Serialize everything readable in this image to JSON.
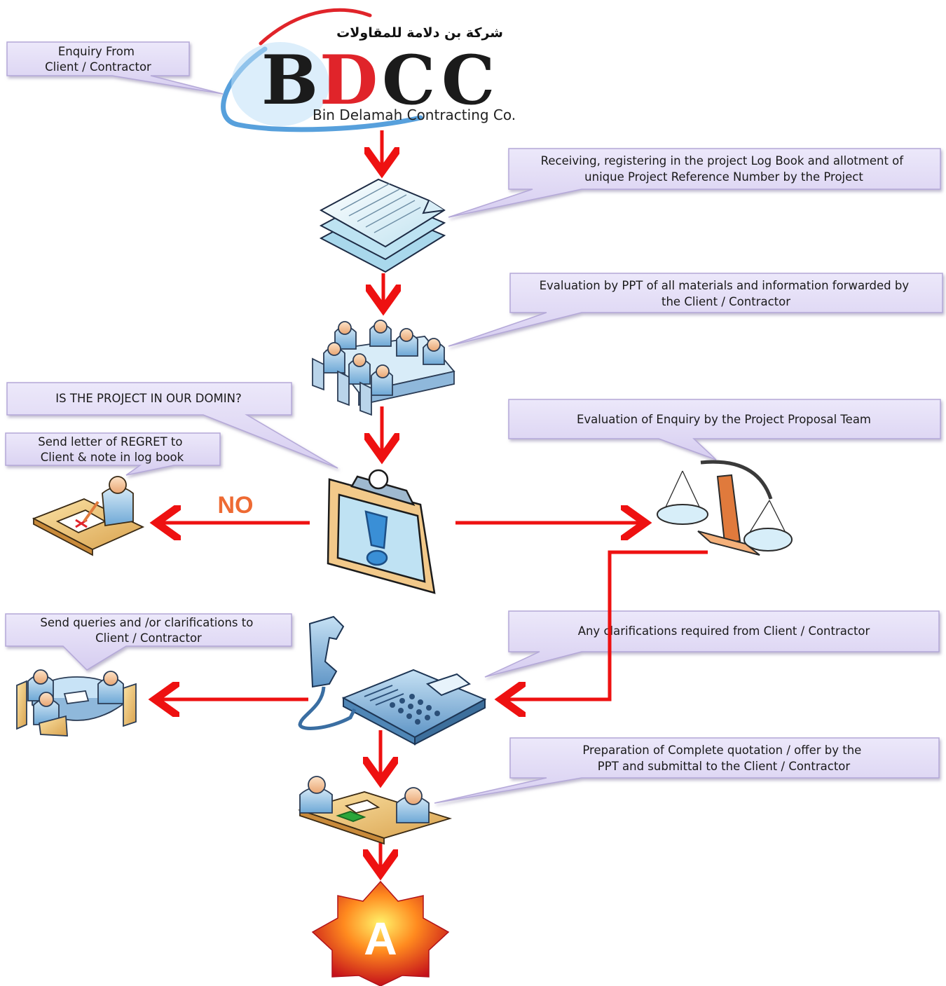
{
  "logo": {
    "arabic": "شركة بن دلامة للمقاولات",
    "letters": [
      "B",
      "D",
      "C",
      "C"
    ],
    "company": "Bin Delamah Contracting Co."
  },
  "callouts": {
    "enquiry": [
      "Enquiry From",
      "Client / Contractor"
    ],
    "receiving": [
      "Receiving, registering in the project Log Book and allotment of",
      "unique Project Reference Number by the Project"
    ],
    "evaluation_ppt": [
      "Evaluation by PPT of all materials and information forwarded by",
      "the Client / Contractor"
    ],
    "domain_question": [
      "IS THE PROJECT IN OUR DOMIN?"
    ],
    "regret": [
      "Send letter of REGRET to",
      "Client & note in log book"
    ],
    "evaluation_enquiry": [
      "Evaluation of Enquiry by the Project Proposal Team"
    ],
    "queries": [
      "Send queries and /or clarifications to",
      "Client / Contractor"
    ],
    "clarifications": [
      "Any clarifications required from Client / Contractor"
    ],
    "preparation": [
      "Preparation of Complete quotation / offer by the",
      "PPT and submittal to the Client / Contractor"
    ]
  },
  "labels": {
    "no": "NO",
    "connector": "A"
  },
  "icons": [
    "documents-icon",
    "meeting-table-icon",
    "clipboard-exclamation-icon",
    "scales-icon",
    "writing-desk-icon",
    "round-table-icon",
    "telephone-icon",
    "handshake-desk-icon",
    "star-connector-icon"
  ],
  "colors": {
    "arrow": "#ee1111",
    "callout_fill": "#ddd6f3",
    "callout_stroke": "#b4a8d8",
    "logo_red": "#e0242a",
    "logo_blue": "#3a8fd6",
    "no_label": "#ee6a33"
  }
}
